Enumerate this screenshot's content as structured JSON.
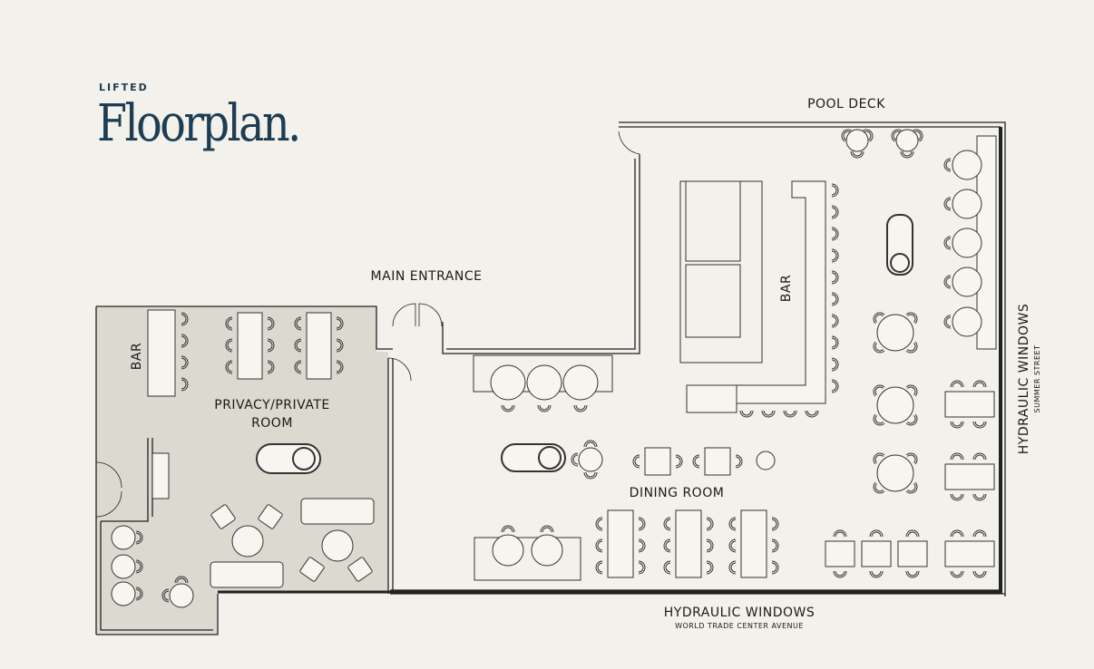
{
  "header": {
    "brand": "LIFTED",
    "title": "Floorplan."
  },
  "labels": {
    "pool_deck": "POOL DECK",
    "main_entrance": "MAIN ENTRANCE",
    "private_room_line1": "PRIVACY/PRIVATE",
    "private_room_line2": "ROOM",
    "private_bar": "BAR",
    "main_bar": "BAR",
    "dining_room": "DINING ROOM",
    "bottom_windows": "HYDRAULIC WINDOWS",
    "bottom_street": "WORLD TRADE CENTER AVENUE",
    "right_windows": "HYDRAULIC WINDOWS",
    "right_street": "SUMMER STREET"
  },
  "colors": {
    "background": "#f3f1eb",
    "private_room": "#dcd9d0",
    "title": "#1e3d52",
    "line": "#222222"
  }
}
